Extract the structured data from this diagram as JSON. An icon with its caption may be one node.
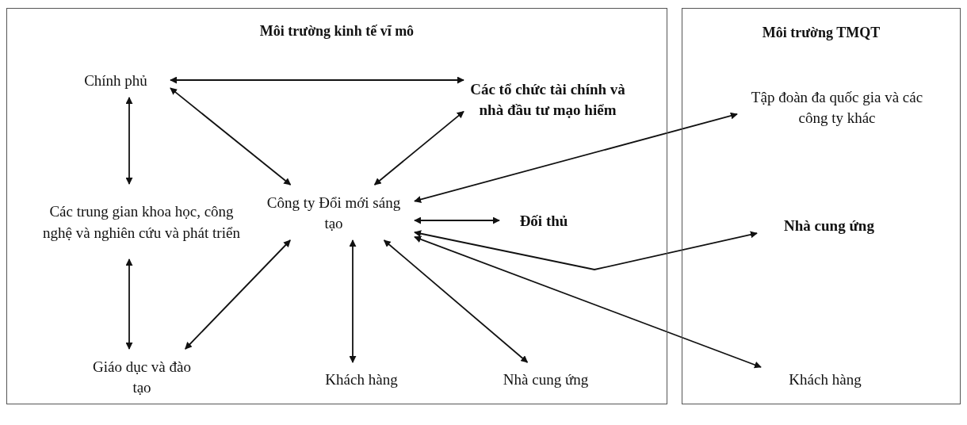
{
  "diagram": {
    "nodes": [
      {
        "text": [
          "Môi trường kinh tế vĩ mô"
        ]
      },
      {
        "text": [
          "Môi trường TMQT"
        ]
      },
      {
        "text": [
          "Chính phủ"
        ],
        "in": 0
      },
      {
        "text": [
          "Các tổ chức tài chính và nhà đầu tư mạo hiểm"
        ],
        "in": 0
      },
      {
        "text": [
          "Các trung gian khoa học, công nghệ và nghiên cứu và phát triển"
        ],
        "in": 0
      },
      {
        "text": [
          "Công ty Đổi mới sáng tạo"
        ],
        "in": 0
      },
      {
        "text": [
          "Đối thủ"
        ],
        "in": 0
      },
      {
        "text": [
          "Giáo dục và đào tạo"
        ],
        "in": 0
      },
      {
        "text": [
          "Khách hàng"
        ],
        "in": 0
      },
      {
        "text": [
          "Nhà cung ứng"
        ],
        "in": 0
      },
      {
        "text": [
          "Tập đoàn đa quốc gia và các công ty khác"
        ],
        "in": 1
      },
      {
        "text": [
          "Nhà cung ứng"
        ],
        "in": 1
      },
      {
        "text": [
          "Khách hàng"
        ],
        "in": 1
      }
    ],
    "edges": [
      {
        "from": 2,
        "to": 3,
        "arrow": "both"
      },
      {
        "from": 2,
        "to": 4,
        "arrow": "both"
      },
      {
        "from": 2,
        "to": 5,
        "arrow": "both"
      },
      {
        "from": 3,
        "to": 5,
        "arrow": "both"
      },
      {
        "from": 5,
        "to": 10,
        "arrow": "both"
      },
      {
        "from": 5,
        "to": 6,
        "arrow": "both"
      },
      {
        "from": 5,
        "to": 11,
        "arrow": "both"
      },
      {
        "from": 5,
        "to": 9,
        "arrow": "both"
      },
      {
        "from": 5,
        "to": 12,
        "arrow": "both"
      },
      {
        "from": 4,
        "to": 7,
        "arrow": "both"
      },
      {
        "from": 7,
        "to": 5,
        "arrow": "both"
      },
      {
        "from": 5,
        "to": 8,
        "arrow": "both"
      }
    ]
  }
}
